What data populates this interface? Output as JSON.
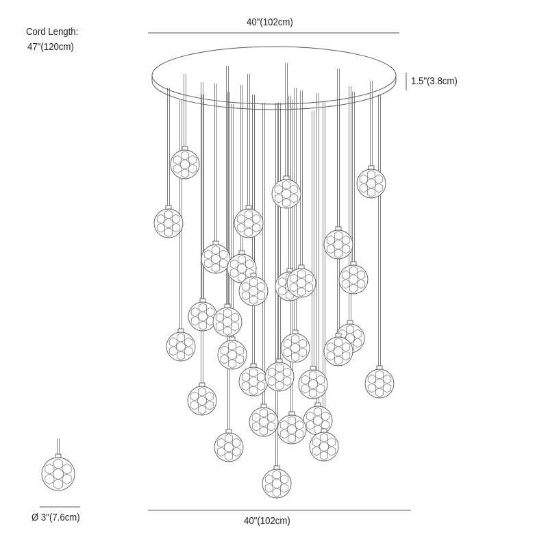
{
  "labels": {
    "cord_title": "Cord Length:",
    "cord_value": "47\"(120cm)",
    "top_width": "40\"(102cm)",
    "canopy_height": "1.5\"(3.8cm)",
    "bottom_width": "40\"(102cm)",
    "pendant_diameter": "Ø 3\"(7.6cm)"
  },
  "pendant_count": 30,
  "colors": {
    "line": "#555555",
    "text": "#222222"
  }
}
